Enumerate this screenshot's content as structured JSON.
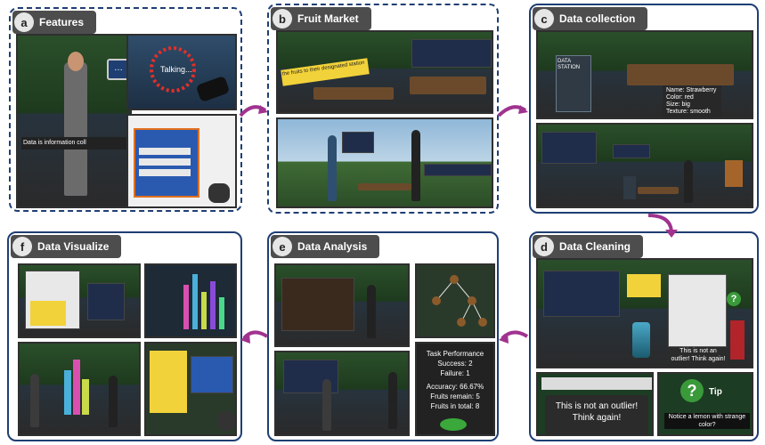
{
  "panels": {
    "a": {
      "letter": "a",
      "title": "Features"
    },
    "b": {
      "letter": "b",
      "title": "Fruit Market"
    },
    "c": {
      "letter": "c",
      "title": "Data collection"
    },
    "d": {
      "letter": "d",
      "title": "Data Cleaning"
    },
    "e": {
      "letter": "e",
      "title": "Data Analysis"
    },
    "f": {
      "letter": "f",
      "title": "Data Visualize"
    }
  },
  "shots": {
    "a_talking": "Talking...",
    "a_caption": "Data is information coll",
    "b_sign": "the fruits to their designated station",
    "c_station": "DATA STATION",
    "c_info": {
      "name": "Name: Strawberry",
      "color": "Color: red",
      "size": "Size: big",
      "texture": "Texture: smooth"
    },
    "d_outlier": "This is not an outlier! Think again!",
    "d_outlier_big": "This is not an outlier! Think again!",
    "d_tip_title": "Tip",
    "d_tip_text": "Notice a lemon with strange color?",
    "d_question": "?",
    "e_perf": {
      "title": "Task Performance",
      "success": "Success: 2",
      "failure": "Failure: 1",
      "accuracy": "Accuracy: 66.67%",
      "remain": "Fruits remain: 5",
      "total": "Fruits in total: 8"
    }
  },
  "colors": {
    "border": "#1f3f73",
    "arrow": "#a0338f",
    "label_bg": "#4d4d4d"
  }
}
